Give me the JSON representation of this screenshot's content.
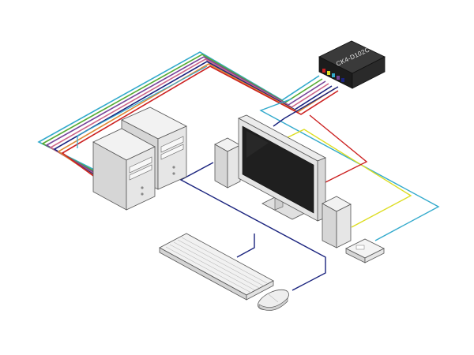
{
  "switch_box": {
    "label": "CK4-D102C"
  },
  "components": [
    {
      "name": "kvm-switch-box"
    },
    {
      "name": "computer-tower-1"
    },
    {
      "name": "computer-tower-2"
    },
    {
      "name": "lcd-monitor"
    },
    {
      "name": "left-speaker"
    },
    {
      "name": "right-speaker"
    },
    {
      "name": "keyboard"
    },
    {
      "name": "mouse"
    },
    {
      "name": "usb-hub-device"
    }
  ],
  "cable_colors": {
    "cyan": "#33aacc",
    "green": "#55aa33",
    "purple": "#774499",
    "pink": "#cc6688",
    "blue": "#1a237e",
    "orange": "#dd8833",
    "red": "#cc2222",
    "yellow": "#dddd22"
  }
}
